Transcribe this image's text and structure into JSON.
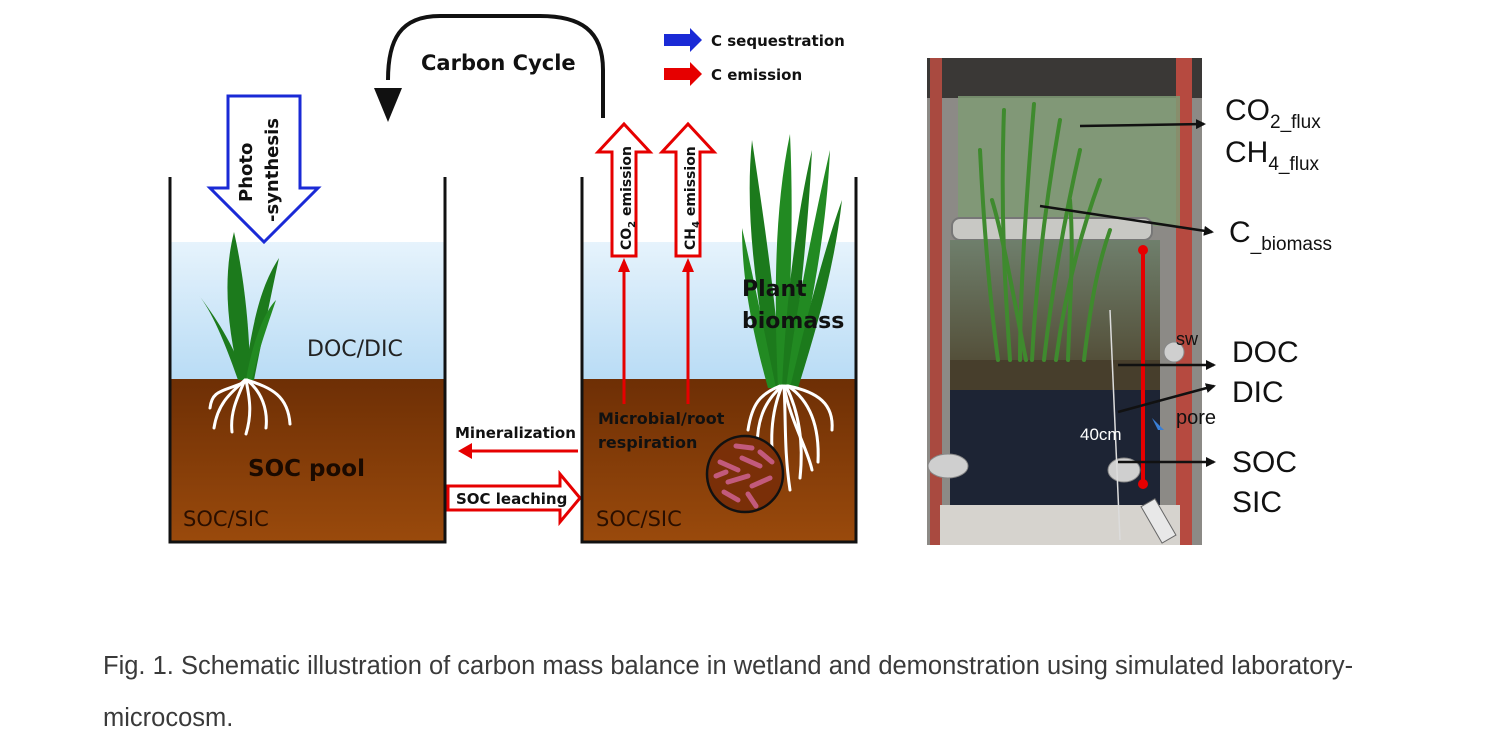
{
  "legend": {
    "sequestration": "C sequestration",
    "emission": "C emission",
    "sequestration_color": "#1a2ad6",
    "emission_color": "#e60000"
  },
  "diagram": {
    "carbon_cycle": "Carbon Cycle",
    "photo_line1": "Photo",
    "photo_line2": "-synthesis",
    "doc_dic": "DOC/DIC",
    "soc_pool": "SOC pool",
    "soc_sic_left": "SOC/SIC",
    "soc_sic_right": "SOC/SIC",
    "mineralization": "Mineralization",
    "soc_leaching": "SOC leaching",
    "co2_emission": {
      "base": "CO",
      "sub": "2",
      "rest": " emission"
    },
    "ch4_emission": {
      "base": "CH",
      "sub": "4",
      "rest": " emission"
    },
    "microbial_line1": "Microbial/root",
    "microbial_line2": "respiration",
    "plant_line1": "Plant",
    "plant_line2": "biomass",
    "water_color": "#c9e4f8",
    "soil_color": "#8b3e08"
  },
  "photo_labels": {
    "co2_flux": {
      "base": "CO",
      "sub": "2_flux"
    },
    "ch4_flux": {
      "base": "CH",
      "sub": "4_flux"
    },
    "c_biomass": {
      "base": "C",
      "sub": "_biomass"
    },
    "sw": "sw",
    "doc": "DOC",
    "dic": "DIC",
    "pore": "pore",
    "depth": "40cm",
    "soc": "SOC",
    "sic": "SIC"
  },
  "caption": "Fig. 1. Schematic illustration of carbon mass balance in wetland and demonstration using simulated laboratory-microcosm."
}
